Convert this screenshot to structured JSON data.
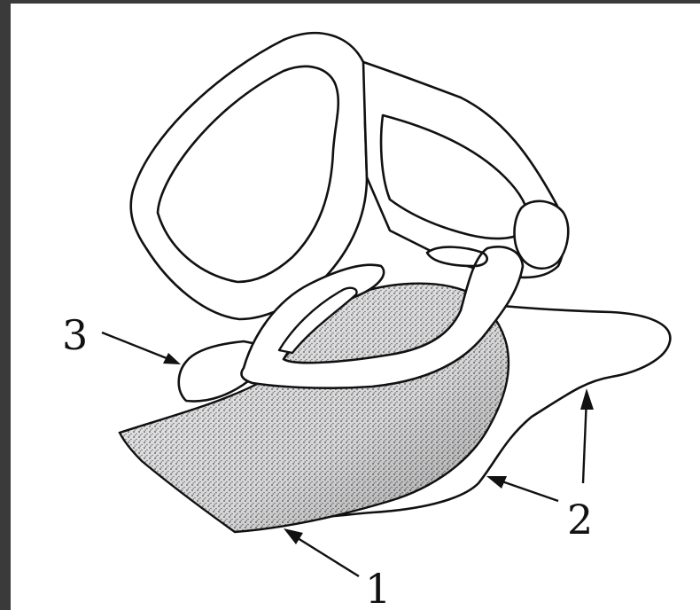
{
  "labels": {
    "one": "1",
    "two": "2",
    "three": "3"
  },
  "colors": {
    "ink": "#111111",
    "frame": "#3a3a3a",
    "stipple": "#c8c8cc"
  }
}
